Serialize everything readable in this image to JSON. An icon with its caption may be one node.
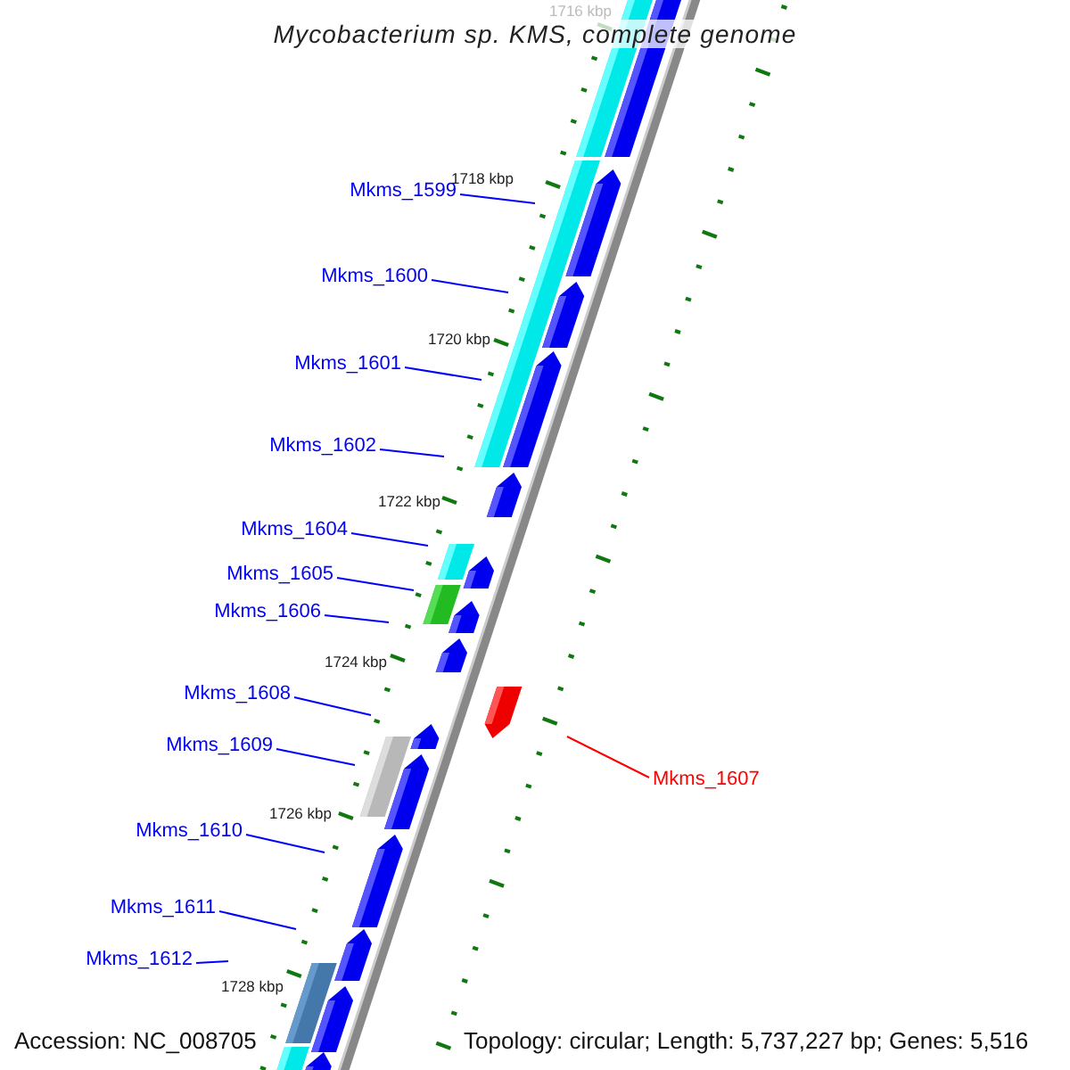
{
  "diagram": {
    "title": "Mycobacterium sp. KMS, complete genome",
    "nodes": [
      {
        "text": [
          "Mkms_1599"
        ]
      },
      {
        "text": [
          "Mkms_1600"
        ]
      },
      {
        "text": [
          "Mkms_1601"
        ]
      },
      {
        "text": [
          "Mkms_1602"
        ]
      },
      {
        "text": [
          "Mkms_1604"
        ]
      },
      {
        "text": [
          "Mkms_1605"
        ]
      },
      {
        "text": [
          "Mkms_1606"
        ]
      },
      {
        "text": [
          "Mkms_1608"
        ]
      },
      {
        "text": [
          "Mkms_1609"
        ]
      },
      {
        "text": [
          "Mkms_1607"
        ]
      },
      {
        "text": [
          "Mkms_1610"
        ]
      },
      {
        "text": [
          "Mkms_1611"
        ]
      },
      {
        "text": [
          "Mkms_1612"
        ]
      }
    ],
    "edges": [
      {
        "from": 0,
        "to": null,
        "arrow": "none"
      },
      {
        "from": 1,
        "to": null,
        "arrow": "none"
      },
      {
        "from": 2,
        "to": null,
        "arrow": "none"
      },
      {
        "from": 3,
        "to": null,
        "arrow": "none"
      },
      {
        "from": 4,
        "to": null,
        "arrow": "none"
      },
      {
        "from": 5,
        "to": null,
        "arrow": "none"
      },
      {
        "from": 6,
        "to": null,
        "arrow": "none"
      },
      {
        "from": 7,
        "to": null,
        "arrow": "none"
      },
      {
        "from": 8,
        "to": null,
        "arrow": "none"
      },
      {
        "from": 9,
        "to": null,
        "arrow": "none",
        "color": "#ff0000"
      },
      {
        "from": 10,
        "to": null,
        "arrow": "none"
      },
      {
        "from": 11,
        "to": null,
        "arrow": "none"
      },
      {
        "from": 12,
        "to": null,
        "arrow": "none"
      }
    ],
    "labels": [
      "1716 kbp",
      "1718 kbp",
      "1720 kbp",
      "1722 kbp",
      "1724 kbp",
      "1726 kbp",
      "1728 kbp",
      "Accession: NC_008705",
      "Topology: circular; Length: 5,737,227 bp; Genes: 5,516"
    ]
  }
}
